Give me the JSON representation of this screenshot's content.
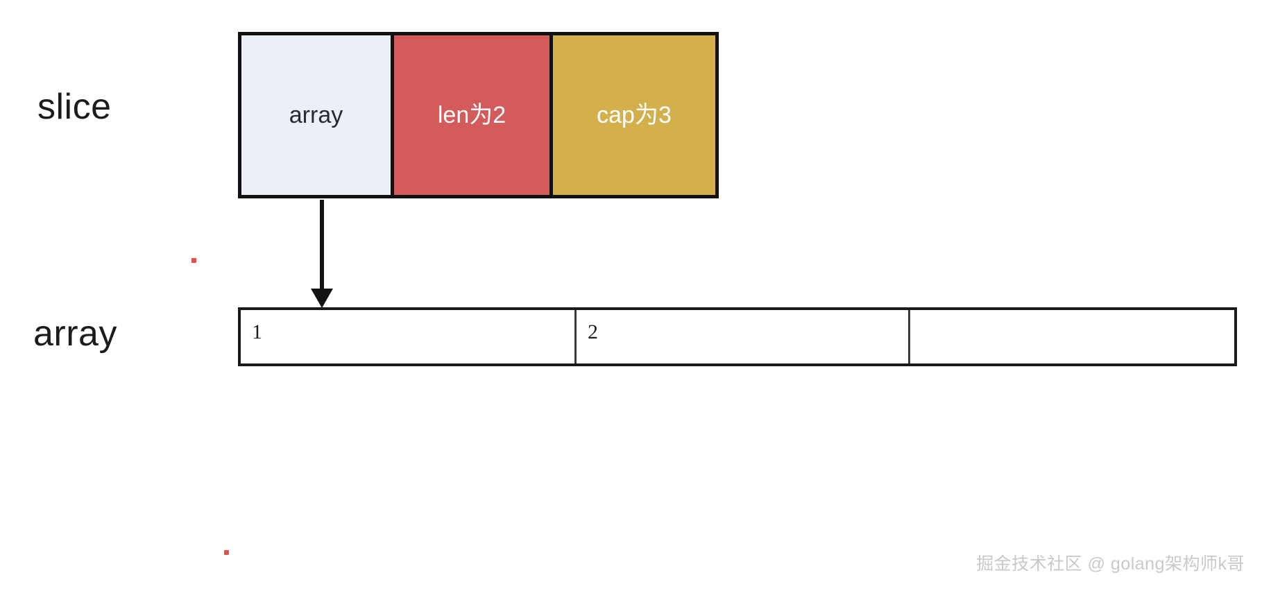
{
  "diagram": {
    "rows": {
      "slice_label": "slice",
      "array_label": "array"
    },
    "slice_struct": {
      "cells": [
        {
          "name": "array-pointer",
          "text": "array",
          "bg": "#EBEFF8",
          "fg": "#2a2a2e"
        },
        {
          "name": "length",
          "text": "len为2",
          "bg": "#D35B5B",
          "fg": "#ffffff"
        },
        {
          "name": "capacity",
          "text": "cap为3",
          "bg": "#D3B04C",
          "fg": "#ffffff"
        }
      ]
    },
    "pointer_arrow": {
      "from": "slice.array",
      "to": "array.index0",
      "direction": "down"
    },
    "backing_array": {
      "cells": [
        {
          "index": 0,
          "value": "1"
        },
        {
          "index": 1,
          "value": "2"
        },
        {
          "index": 2,
          "value": ""
        }
      ]
    },
    "watermark": "掘金技术社区 @ golang架构师k哥"
  }
}
